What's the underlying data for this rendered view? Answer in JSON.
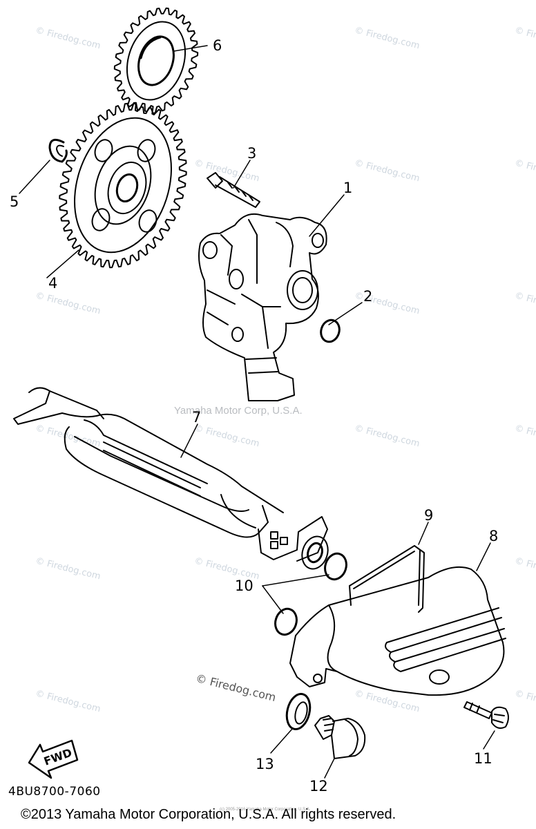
{
  "watermarks": {
    "firedog": "© Firedog.com",
    "center": "Yamaha Motor Corp, U.S.A.",
    "tiny": "(c) 2005-2016 Yamaha Motor Corporation, U.S.A."
  },
  "callouts": [
    "1",
    "2",
    "3",
    "4",
    "5",
    "6",
    "7",
    "8",
    "9",
    "10",
    "11",
    "12",
    "13"
  ],
  "fwd_label": "FWD",
  "part_code": "4BU8700-7060",
  "copyright": "©2013 Yamaha Motor Corporation, U.S.A. All rights reserved.",
  "colors": {
    "ink": "#000000",
    "watermark": "#cfd7df"
  }
}
